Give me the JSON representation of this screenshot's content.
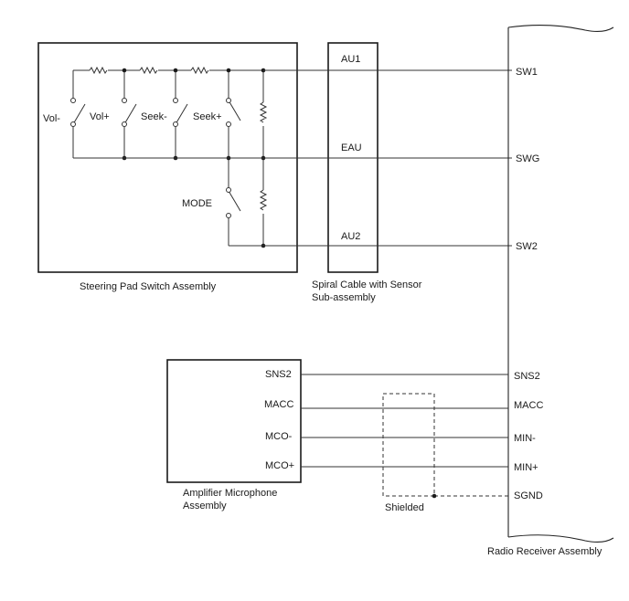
{
  "steering_pad": {
    "title": "Steering Pad Switch Assembly",
    "switches": [
      "Vol-",
      "Vol+",
      "Seek-",
      "Seek+",
      "MODE"
    ]
  },
  "spiral_cable": {
    "title_line1": "Spiral Cable with Sensor",
    "title_line2": "Sub-assembly",
    "pins": [
      "AU1",
      "EAU",
      "AU2"
    ]
  },
  "radio_receiver": {
    "title": "Radio Receiver Assembly",
    "pins": [
      "SW1",
      "SWG",
      "SW2",
      "SNS2",
      "MACC",
      "MIN-",
      "MIN+",
      "SGND"
    ]
  },
  "amplifier_mic": {
    "title_line1": "Amplifier Microphone",
    "title_line2": "Assembly",
    "pins": [
      "SNS2",
      "MACC",
      "MCO-",
      "MCO+"
    ]
  },
  "shield": {
    "label": "Shielded"
  },
  "colors": {
    "line": "#333333",
    "text": "#1a1a1a",
    "background": "#ffffff"
  }
}
